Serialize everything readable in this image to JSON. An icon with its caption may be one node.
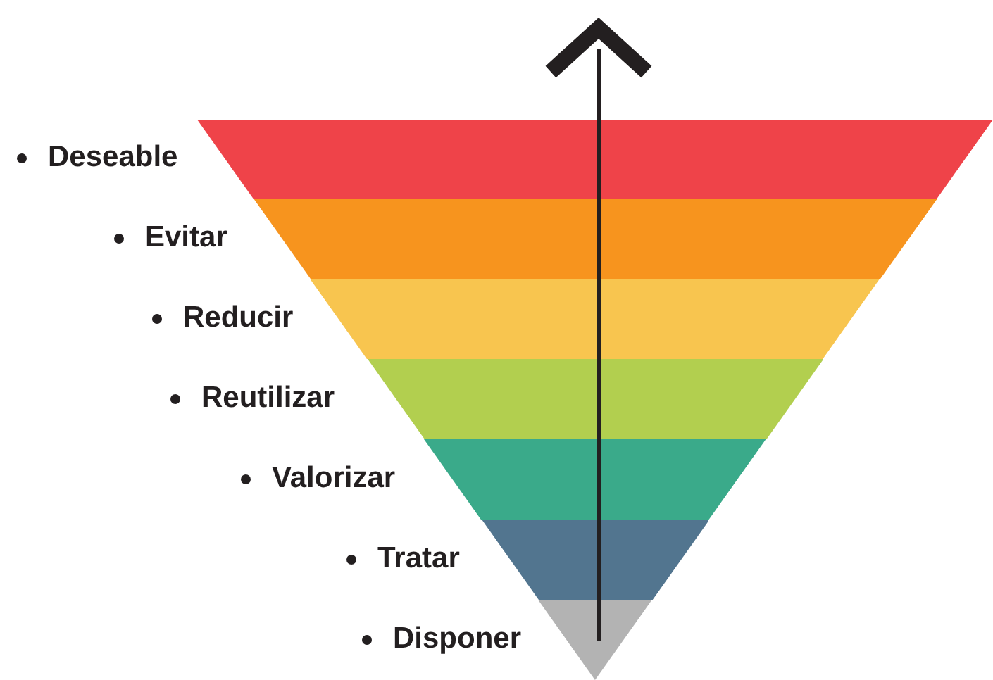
{
  "diagram": {
    "nodes": [
      {
        "text": [],
        "shape": "bar",
        "beside": [
          "Deseable"
        ]
      },
      {
        "text": [],
        "shape": "bar",
        "beside": [
          "Evitar"
        ]
      },
      {
        "text": [],
        "shape": "bar",
        "beside": [
          "Reducir"
        ]
      },
      {
        "text": [],
        "shape": "bar",
        "beside": [
          "Reutilizar"
        ]
      },
      {
        "text": [],
        "shape": "bar",
        "beside": [
          "Valorizar"
        ]
      },
      {
        "text": [],
        "shape": "bar",
        "beside": [
          "Tratar"
        ]
      },
      {
        "text": [],
        "shape": "bar",
        "beside": [
          "Disponer"
        ]
      }
    ]
  }
}
